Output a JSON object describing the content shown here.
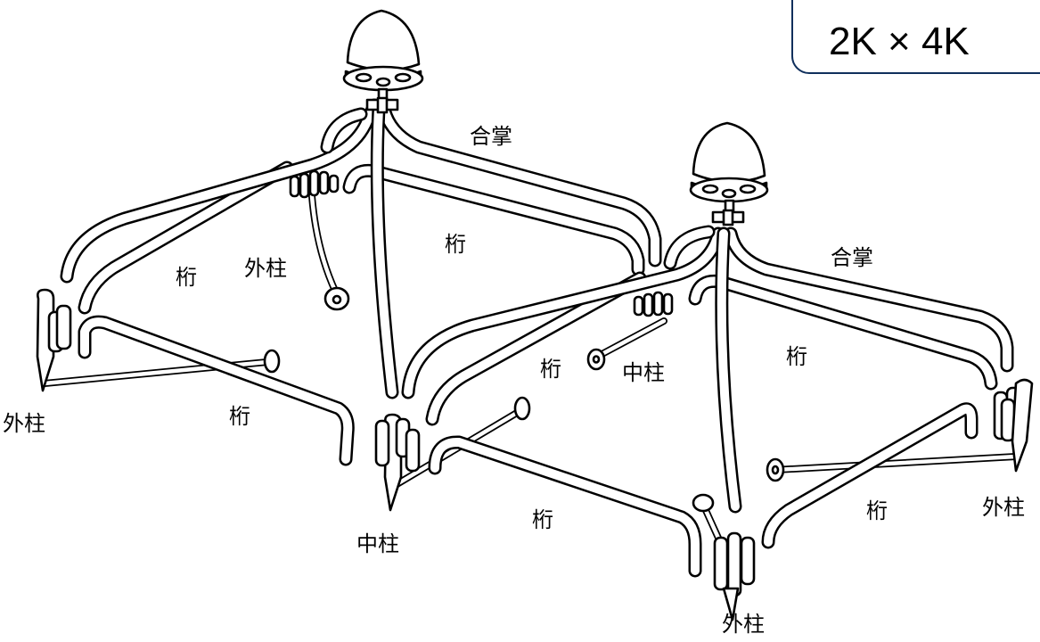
{
  "scale_badge": "2K × 4K",
  "labels": {
    "gassho_1": "合掌",
    "gassho_2": "合掌",
    "keta_1": "桁",
    "keta_2": "桁",
    "keta_3": "桁",
    "keta_4": "桁",
    "keta_5": "桁",
    "keta_6": "桁",
    "keta_7": "桁",
    "sotobashira_1": "外柱",
    "sotobashira_2": "外柱",
    "sotobashira_3": "外柱",
    "sotobashira_4": "外柱",
    "nakabashira_1": "中柱",
    "nakabashira_2": "中柱"
  },
  "colors": {
    "ink": "#000000",
    "paper": "#ffffff",
    "badge_border": "#0f2f5c"
  }
}
